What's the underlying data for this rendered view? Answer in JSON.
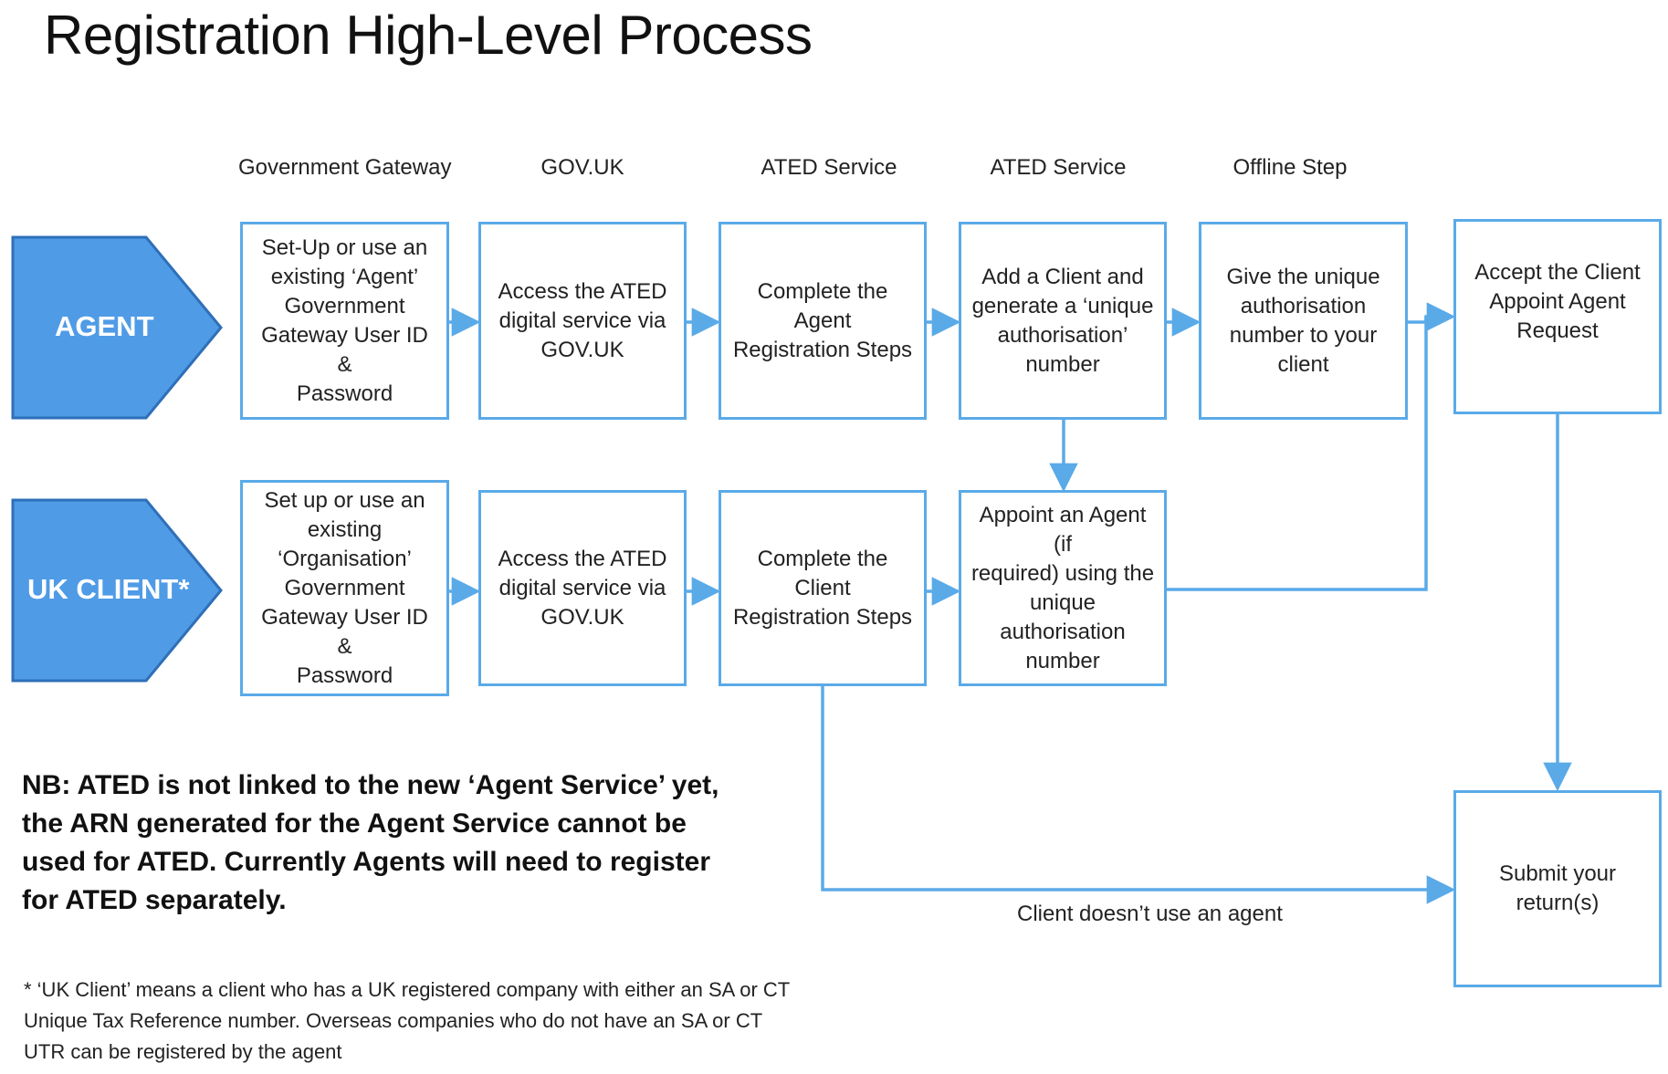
{
  "title": "Registration High-Level Process",
  "column_headers": [
    "Government Gateway",
    "GOV.UK",
    "ATED Service",
    "ATED Service",
    "Offline Step"
  ],
  "lanes": {
    "agent": "AGENT",
    "client": "UK CLIENT*"
  },
  "agent_steps": [
    [
      "Set-Up or use an",
      "existing ‘Agent’",
      "Government",
      "Gateway User ID &",
      "Password"
    ],
    [
      "Access the ATED",
      "digital service via",
      "GOV.UK"
    ],
    [
      "Complete the Agent",
      "Registration Steps"
    ],
    [
      "Add a Client and",
      "generate a ‘unique",
      "authorisation’",
      "number"
    ],
    [
      "Give the unique",
      "authorisation",
      "number to your",
      "client"
    ]
  ],
  "client_steps": [
    [
      "Set up or use an",
      "existing",
      "‘Organisation’",
      "Government",
      "Gateway User ID &",
      "Password"
    ],
    [
      "Access the ATED",
      "digital service via",
      "GOV.UK"
    ],
    [
      "Complete the Client",
      "Registration Steps"
    ],
    [
      "Appoint an Agent (if",
      "required) using the",
      "unique authorisation",
      "number"
    ]
  ],
  "accept_request": [
    "Accept the Client",
    "Appoint Agent",
    "Request"
  ],
  "submit_returns": [
    "Submit your",
    "return(s)"
  ],
  "edge_label": "Client doesn’t use an agent",
  "note": "NB: ATED is not linked to the new ‘Agent Service’ yet, the ARN generated for the Agent Service cannot be used for ATED. Currently Agents will need to register for ATED separately.",
  "footnote": "* ‘UK Client’ means a client who has a UK registered company with either an SA or CT Unique Tax Reference number. Overseas companies who do not have an SA or CT UTR can be registered by the agent",
  "colors": {
    "chevron_fill": "#4f9be6",
    "chevron_edge": "#2e6fb8",
    "box_border": "#5aaae8",
    "arrow": "#5aaae8"
  }
}
